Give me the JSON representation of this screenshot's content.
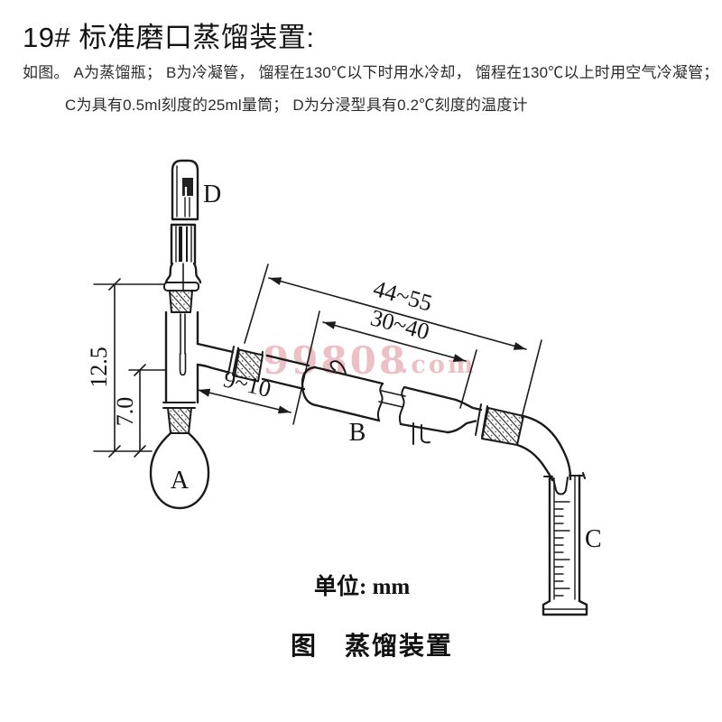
{
  "page": {
    "title": "19# 标准磨口蒸馏装置:",
    "description_line1": "如图。 A为蒸馏瓶； B为冷凝管， 馏程在130℃以下时用水冷却， 馏程在130℃以上时用空气冷凝管；",
    "description_line2": "C为具有0.5ml刻度的25ml量筒； D为分浸型具有0.2℃刻度的温度计"
  },
  "figure": {
    "unit_note": "单位: mm",
    "caption": "图　蒸馏装置",
    "labels": {
      "flask": "A",
      "condenser": "B",
      "cylinder": "C",
      "thermometer": "D"
    },
    "dimensions": {
      "overall_length": "44~55",
      "jacket_length": "30~40",
      "side_arm_length": "9~10",
      "neck_height": "12.5",
      "flask_height": "7.0"
    },
    "watermark": {
      "text": "99808",
      "suffix": ".com",
      "color": "#e08e96"
    }
  },
  "colors": {
    "ink": "#1b1b1b",
    "background": "#ffffff"
  }
}
